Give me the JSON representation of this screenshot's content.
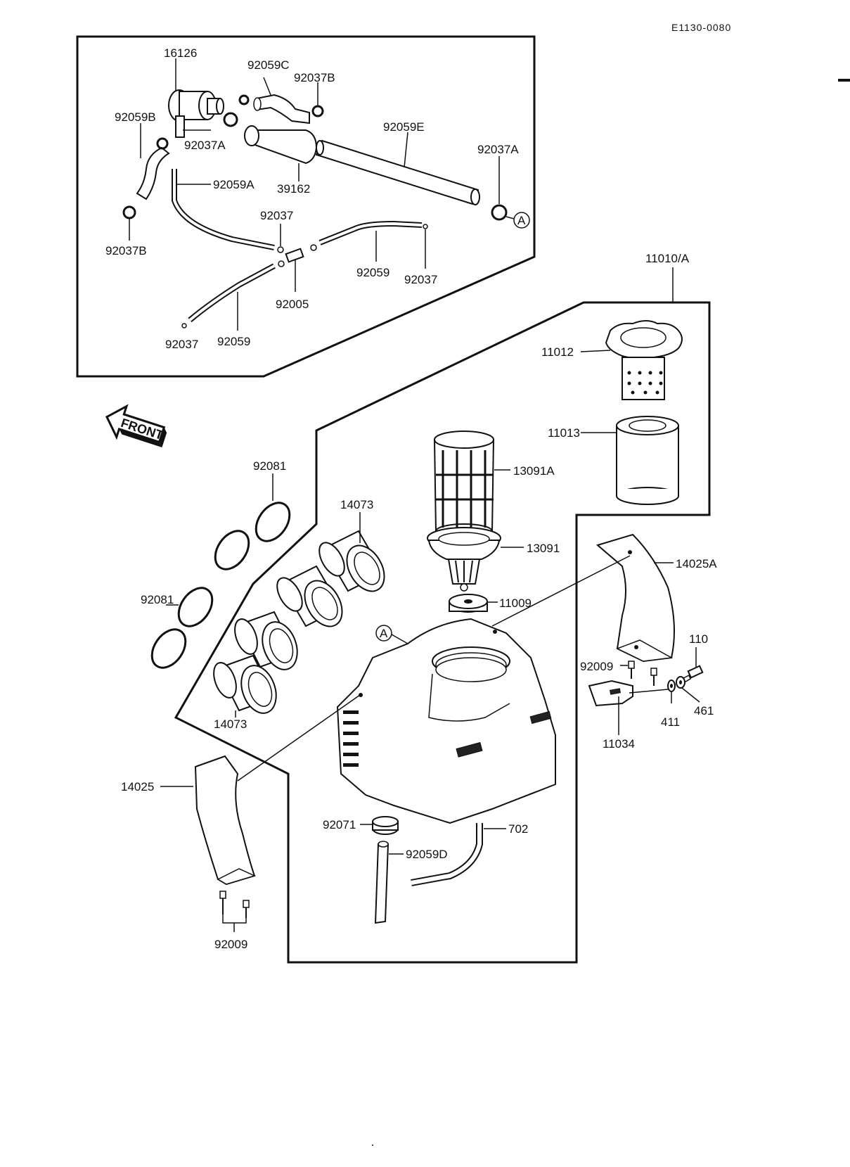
{
  "document": {
    "ref_code": "E1130-0080",
    "front_label": "FRONT"
  },
  "callouts": {
    "c16126": "16126",
    "c92059C": "92059C",
    "c92037B_top": "92037B",
    "c92059B": "92059B",
    "c92037A_left": "92037A",
    "c92059E": "92059E",
    "c92037A_right": "92037A",
    "c92059A": "92059A",
    "c39162": "39162",
    "c92037B_left": "92037B",
    "c92037_mid": "92037",
    "c92059_right": "92059",
    "c92037_right": "92037",
    "c92005": "92005",
    "c92037_bottom": "92037",
    "c92059_bottom": "92059",
    "marker_A_top": "A",
    "c11010A": "11010/A",
    "c11012": "11012",
    "c11013": "11013",
    "c13091A": "13091A",
    "c13091": "13091",
    "c11009": "11009",
    "c92081_top": "92081",
    "c92081_left": "92081",
    "c14073_top": "14073",
    "c14073_bottom": "14073",
    "c14025A": "14025A",
    "c110": "110",
    "c92009_right": "92009",
    "c461": "461",
    "c411": "411",
    "c11034": "11034",
    "marker_A_tank": "A",
    "c14025": "14025",
    "c92071": "92071",
    "c702": "702",
    "c92059D": "92059D",
    "c92009_bottom": "92009"
  }
}
